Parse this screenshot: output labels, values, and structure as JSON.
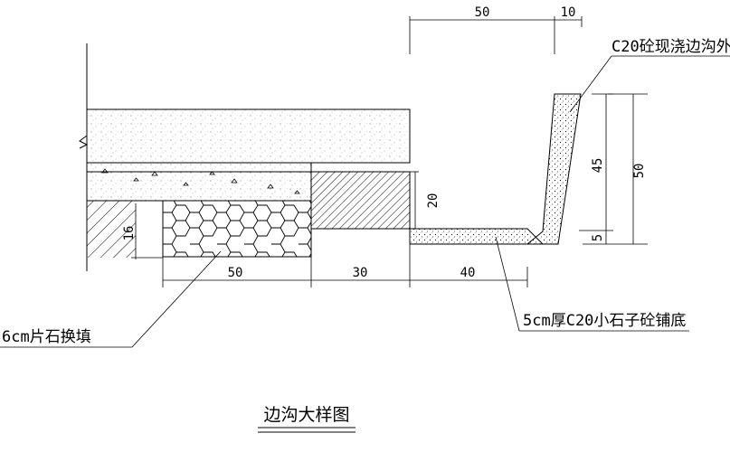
{
  "drawing": {
    "title": "边沟大样图",
    "dimensions": {
      "top_50": "50",
      "top_10": "10",
      "right_45": "45",
      "right_50": "50",
      "right_5": "5",
      "left_16": "16",
      "inner_20": "20",
      "bottom_50": "50",
      "bottom_30": "30",
      "bottom_40": "40"
    },
    "notes": {
      "wall_material": "C20砼现浇边沟外",
      "base_material": "5cm厚C20小石子砼铺底",
      "fill_material": "6cm片石换填"
    },
    "colors": {
      "line": "#000000",
      "background": "#ffffff"
    }
  }
}
